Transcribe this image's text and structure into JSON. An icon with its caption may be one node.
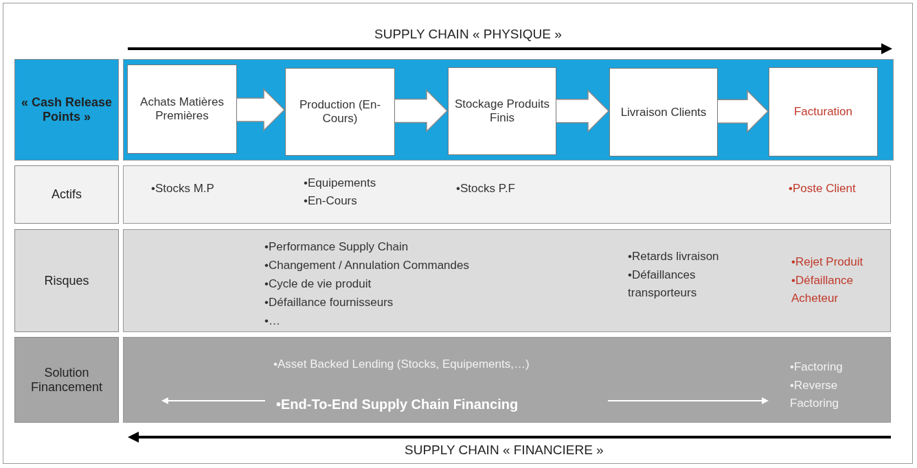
{
  "diagram": {
    "nodes": [
      {
        "text": [
          "« Cash Release Points »"
        ]
      },
      {
        "text": [],
        "shape": "box"
      },
      {
        "text": [
          "Achats Matières Premières"
        ],
        "in": 1
      },
      {
        "text": [
          "Production (En-Cours)"
        ],
        "in": 1
      },
      {
        "text": [
          "Stockage Produits Finis"
        ],
        "in": 1
      },
      {
        "text": [
          "Livraison Clients"
        ],
        "in": 1
      },
      {
        "text": [
          "Facturation"
        ],
        "in": 1
      },
      {
        "text": [
          "Actifs"
        ]
      },
      {
        "text": [
          "•Stocks M.P",
          "•Equipements",
          "•En-Cours",
          "•Stocks P.F",
          "•Poste Client"
        ]
      },
      {
        "text": [
          "Risques"
        ]
      },
      {
        "text": [
          "•Performance Supply Chain",
          "•Changement / Annulation Commandes",
          "•Cycle de vie produit",
          "•Défaillance fournisseurs",
          "•…",
          "•Retards livraison",
          "•Défaillances transporteurs",
          "•Rejet Produit",
          "•Défaillance Acheteur"
        ]
      },
      {
        "text": [
          "Solution Financement"
        ]
      },
      {
        "text": [
          "•Asset Backed Lending (Stocks, Equipements,…)",
          "•End-To-End Supply Chain Financing",
          "•Factoring",
          "•Reverse Factoring"
        ]
      }
    ],
    "edges": [
      {
        "from": 2,
        "to": 3,
        "arrow": "to"
      },
      {
        "from": 3,
        "to": 4,
        "arrow": "to"
      },
      {
        "from": 4,
        "to": 5,
        "arrow": "to"
      },
      {
        "from": 5,
        "to": 6,
        "arrow": "to"
      }
    ],
    "labels": [
      "SUPPLY CHAIN « PHYSIQUE »",
      "SUPPLY CHAIN « FINANCIERE »"
    ]
  }
}
